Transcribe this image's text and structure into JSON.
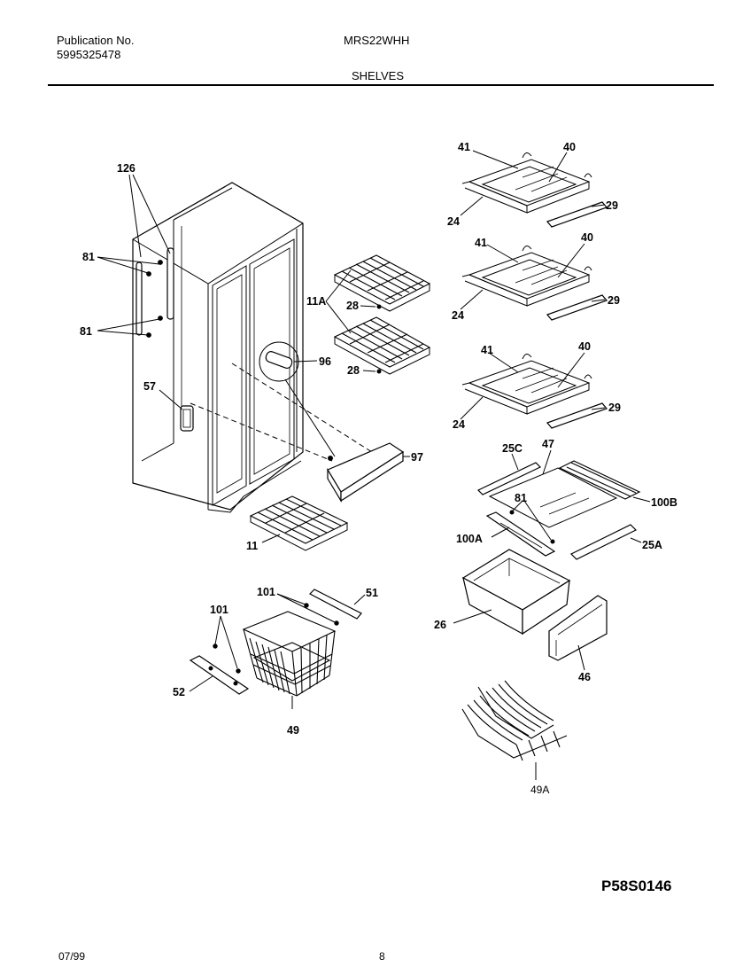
{
  "header": {
    "publication_label": "Publication No.",
    "publication_number": "5995325478",
    "model": "MRS22WHH",
    "section_title": "SHELVES"
  },
  "diagram": {
    "callouts": {
      "c126": "126",
      "c81a": "81",
      "c81b": "81",
      "c57": "57",
      "c11A": "11A",
      "c28a": "28",
      "c96": "96",
      "c28b": "28",
      "c97": "97",
      "c11": "11",
      "c41a": "41",
      "c40a": "40",
      "c29a": "29",
      "c24a": "24",
      "c41b": "41",
      "c40b": "40",
      "c29b": "29",
      "c24b": "24",
      "c41c": "41",
      "c40c": "40",
      "c29c": "29",
      "c24c": "24",
      "c25C": "25C",
      "c47": "47",
      "c81c": "81",
      "c100B": "100B",
      "c100A": "100A",
      "c25A": "25A",
      "c26": "26",
      "c46": "46",
      "c101a": "101",
      "c51": "51",
      "c101b": "101",
      "c52": "52",
      "c49": "49",
      "c49A": "49A"
    }
  },
  "footer": {
    "diagram_ref": "P58S0146",
    "date": "07/99",
    "page": "8"
  }
}
